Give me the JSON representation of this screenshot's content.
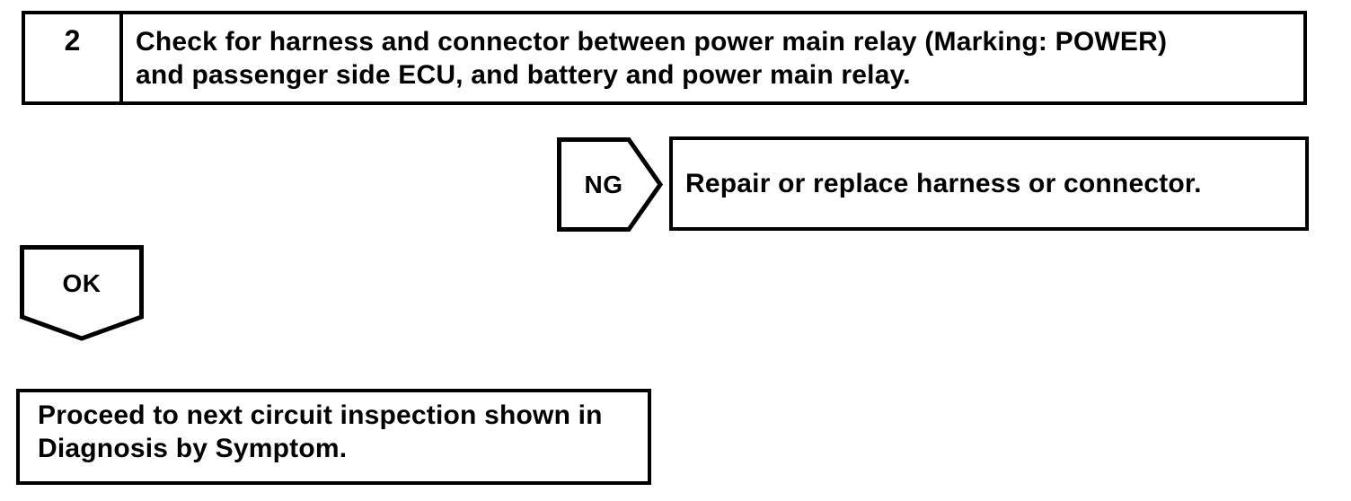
{
  "colors": {
    "ink": "#000000",
    "paper": "#ffffff"
  },
  "flowchart": {
    "step": {
      "number": "2",
      "instruction": "Check for harness and connector between power main relay (Marking: POWER)\nand passenger side ECU, and battery and power main relay."
    },
    "ng_branch": {
      "label": "NG",
      "action": "Repair or replace harness or connector."
    },
    "ok_branch": {
      "label": "OK",
      "action": "Proceed to next circuit inspection shown in\nDiagnosis by Symptom."
    }
  }
}
